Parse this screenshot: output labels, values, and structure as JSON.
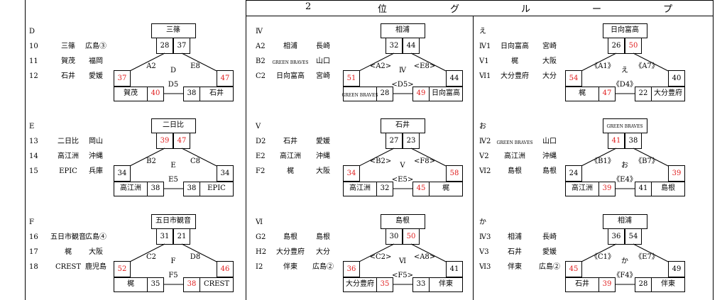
{
  "header": {
    "chars": [
      "2",
      "位",
      "グ",
      "ル",
      "ー",
      "プ"
    ]
  },
  "groups": [
    {
      "title": "D",
      "rows": [
        {
          "no": "10",
          "team": "三篠",
          "pref": "広島③"
        },
        {
          "no": "11",
          "team": "賀茂",
          "pref": "福岡"
        },
        {
          "no": "12",
          "team": "石井",
          "pref": "愛媛"
        }
      ]
    },
    {
      "title": "E",
      "rows": [
        {
          "no": "13",
          "team": "二日比",
          "pref": "岡山"
        },
        {
          "no": "14",
          "team": "高江洲",
          "pref": "沖縄"
        },
        {
          "no": "15",
          "team": "EPIC",
          "pref": "兵庫"
        }
      ]
    },
    {
      "title": "F",
      "rows": [
        {
          "no": "16",
          "team": "五日市観音",
          "pref": "広島④"
        },
        {
          "no": "17",
          "team": "梶",
          "pref": "大阪"
        },
        {
          "no": "18",
          "team": "CREST",
          "pref": "鹿児島"
        }
      ]
    },
    {
      "title": "Ⅳ",
      "rows": [
        {
          "no": "A2",
          "team": "相浦",
          "pref": "長崎"
        },
        {
          "no": "B2",
          "team": "GREEN BRAVES",
          "pref": "山口"
        },
        {
          "no": "C2",
          "team": "日向富高",
          "pref": "宮崎"
        }
      ]
    },
    {
      "title": "Ⅴ",
      "rows": [
        {
          "no": "D2",
          "team": "石井",
          "pref": "愛媛"
        },
        {
          "no": "E2",
          "team": "高江洲",
          "pref": "沖縄"
        },
        {
          "no": "F2",
          "team": "梶",
          "pref": "大阪"
        }
      ]
    },
    {
      "title": "Ⅵ",
      "rows": [
        {
          "no": "G2",
          "team": "島根",
          "pref": "島根"
        },
        {
          "no": "H2",
          "team": "大分豊府",
          "pref": "大分"
        },
        {
          "no": "I2",
          "team": "伴東",
          "pref": "広島②"
        }
      ]
    },
    {
      "title": "え",
      "rows": [
        {
          "no": "Ⅳ1",
          "team": "日向富高",
          "pref": "宮崎"
        },
        {
          "no": "Ⅴ1",
          "team": "梶",
          "pref": "大阪"
        },
        {
          "no": "Ⅵ1",
          "team": "大分豊府",
          "pref": "大分"
        }
      ]
    },
    {
      "title": "お",
      "rows": [
        {
          "no": "Ⅳ2",
          "team": "GREEN BRAVES",
          "pref": "山口"
        },
        {
          "no": "Ⅴ2",
          "team": "高江洲",
          "pref": "沖縄"
        },
        {
          "no": "Ⅵ2",
          "team": "島根",
          "pref": "島根"
        }
      ]
    },
    {
      "title": "か",
      "rows": [
        {
          "no": "Ⅳ3",
          "team": "相浦",
          "pref": "長崎"
        },
        {
          "no": "Ⅴ3",
          "team": "石井",
          "pref": "愛媛"
        },
        {
          "no": "Ⅵ3",
          "team": "伴東",
          "pref": "広島②"
        }
      ]
    }
  ],
  "brackets": [
    {
      "top": "三篠",
      "left": "賀茂",
      "right": "石井",
      "center": "D",
      "lab_l": "A2",
      "lab_r": "E8",
      "lab_b": "D5",
      "tl": "28",
      "tr": "37",
      "lt": "37",
      "rt": "47",
      "lb": "40",
      "rb": "38"
    },
    {
      "top": "二日比",
      "left": "高江洲",
      "right": "EPIC",
      "center": "E",
      "lab_l": "B2",
      "lab_r": "C8",
      "lab_b": "E5",
      "tl": "39",
      "tr": "47",
      "lt": "34",
      "rt": "34",
      "lb": "38",
      "rb": "38"
    },
    {
      "top": "五日市観音",
      "left": "梶",
      "right": "CREST",
      "center": "F",
      "lab_l": "C2",
      "lab_r": "D8",
      "lab_b": "F5",
      "tl": "31",
      "tr": "21",
      "lt": "52",
      "rt": "46",
      "lb": "35",
      "rb": "38"
    },
    {
      "top": "相浦",
      "left": "GREEN BRAVES",
      "right": "日向富高",
      "center": "Ⅳ",
      "lab_l": "<A2>",
      "lab_r": "<E8>",
      "lab_b": "<D5>",
      "tl": "32",
      "tr": "44",
      "lt": "51",
      "rt": "44",
      "lb": "28",
      "rb": "49"
    },
    {
      "top": "石井",
      "left": "高江洲",
      "right": "梶",
      "center": "Ⅴ",
      "lab_l": "<B2>",
      "lab_r": "<F8>",
      "lab_b": "<E5>",
      "tl": "27",
      "tr": "23",
      "lt": "34",
      "rt": "58",
      "lb": "32",
      "rb": "45"
    },
    {
      "top": "島根",
      "left": "大分豊府",
      "right": "伴東",
      "center": "Ⅵ",
      "lab_l": "<C2>",
      "lab_r": "<A8>",
      "lab_b": "<F5>",
      "tl": "30",
      "tr": "50",
      "lt": "36",
      "rt": "41",
      "lb": "35",
      "rb": "33"
    },
    {
      "top": "日向富高",
      "left": "梶",
      "right": "大分豊府",
      "center": "え",
      "lab_l": "《A1》",
      "lab_r": "《A7》",
      "lab_b": "《D4》",
      "tl": "26",
      "tr": "50",
      "lt": "54",
      "rt": "40",
      "lb": "47",
      "rb": "22"
    },
    {
      "top": "GREEN BRAVES",
      "left": "高江洲",
      "right": "島根",
      "center": "お",
      "lab_l": "《B1》",
      "lab_r": "《B7》",
      "lab_b": "《E4》",
      "tl": "41",
      "tr": "38",
      "lt": "24",
      "rt": "39",
      "lb": "39",
      "rb": "41"
    },
    {
      "top": "相浦",
      "left": "石井",
      "right": "伴東",
      "center": "か",
      "lab_l": "《C1》",
      "lab_r": "《E7》",
      "lab_b": "《F4》",
      "tl": "36",
      "tr": "54",
      "lt": "45",
      "rt": "49",
      "lb": "39",
      "rb": "28"
    }
  ],
  "colors": {
    "red": "#e02020",
    "line": "#000000"
  }
}
